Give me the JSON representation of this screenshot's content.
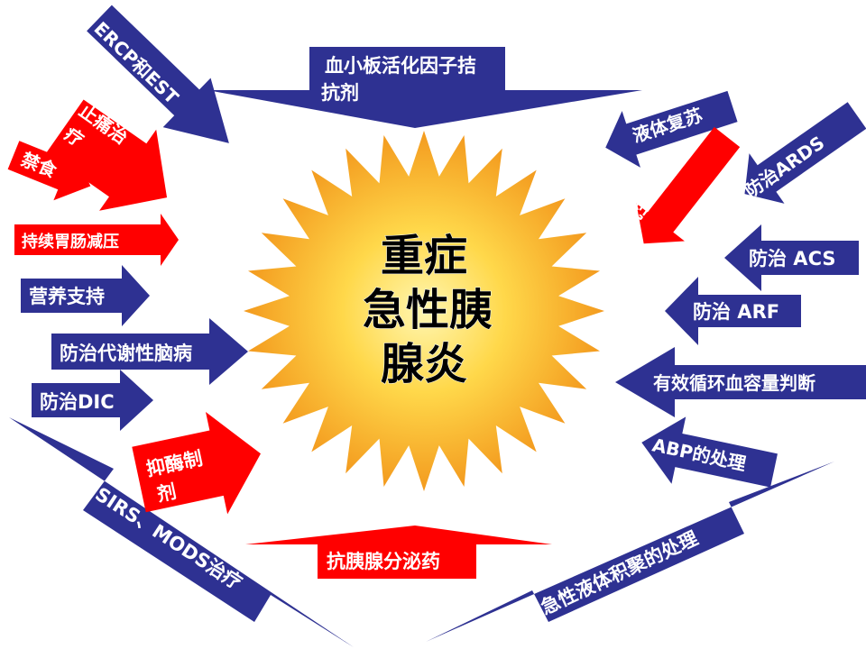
{
  "center": {
    "lines": [
      "重症",
      "急性胰",
      "腺炎"
    ],
    "colors": {
      "outer": "#F0A030",
      "inner": "#FFE27A"
    }
  },
  "colors": {
    "blue": "#2E3192",
    "red": "#FF0000",
    "text": "#FFFFFF"
  },
  "arrows": {
    "ercp_est": "ERCP和EST",
    "pain_treatment": "止痛治疗",
    "fasting": "禁食",
    "gi_decompression": "持续胃肠减压",
    "nutrition": "营养支持",
    "metabolic_encephalopathy": "防治代谢性脑病",
    "dic": "防治DIC",
    "enzyme_inhibitor": "抑酶制剂",
    "sirs_mods": "SIRS、MODS治疗",
    "platelet_antagonist": "血小板活化因子拮抗剂",
    "fluid_resuscitation": "液体复苏",
    "ards": "防治ARDS",
    "antibiotic_prophylaxis": "抗生素预防",
    "acs": "防治 ACS",
    "arf": "防治 ARF",
    "blood_volume": "有效循环血容量判断",
    "abp": "ABP的处理",
    "fluid_collection": "急性液体积聚的处理",
    "anti_secretion": "抗胰腺分泌药"
  }
}
